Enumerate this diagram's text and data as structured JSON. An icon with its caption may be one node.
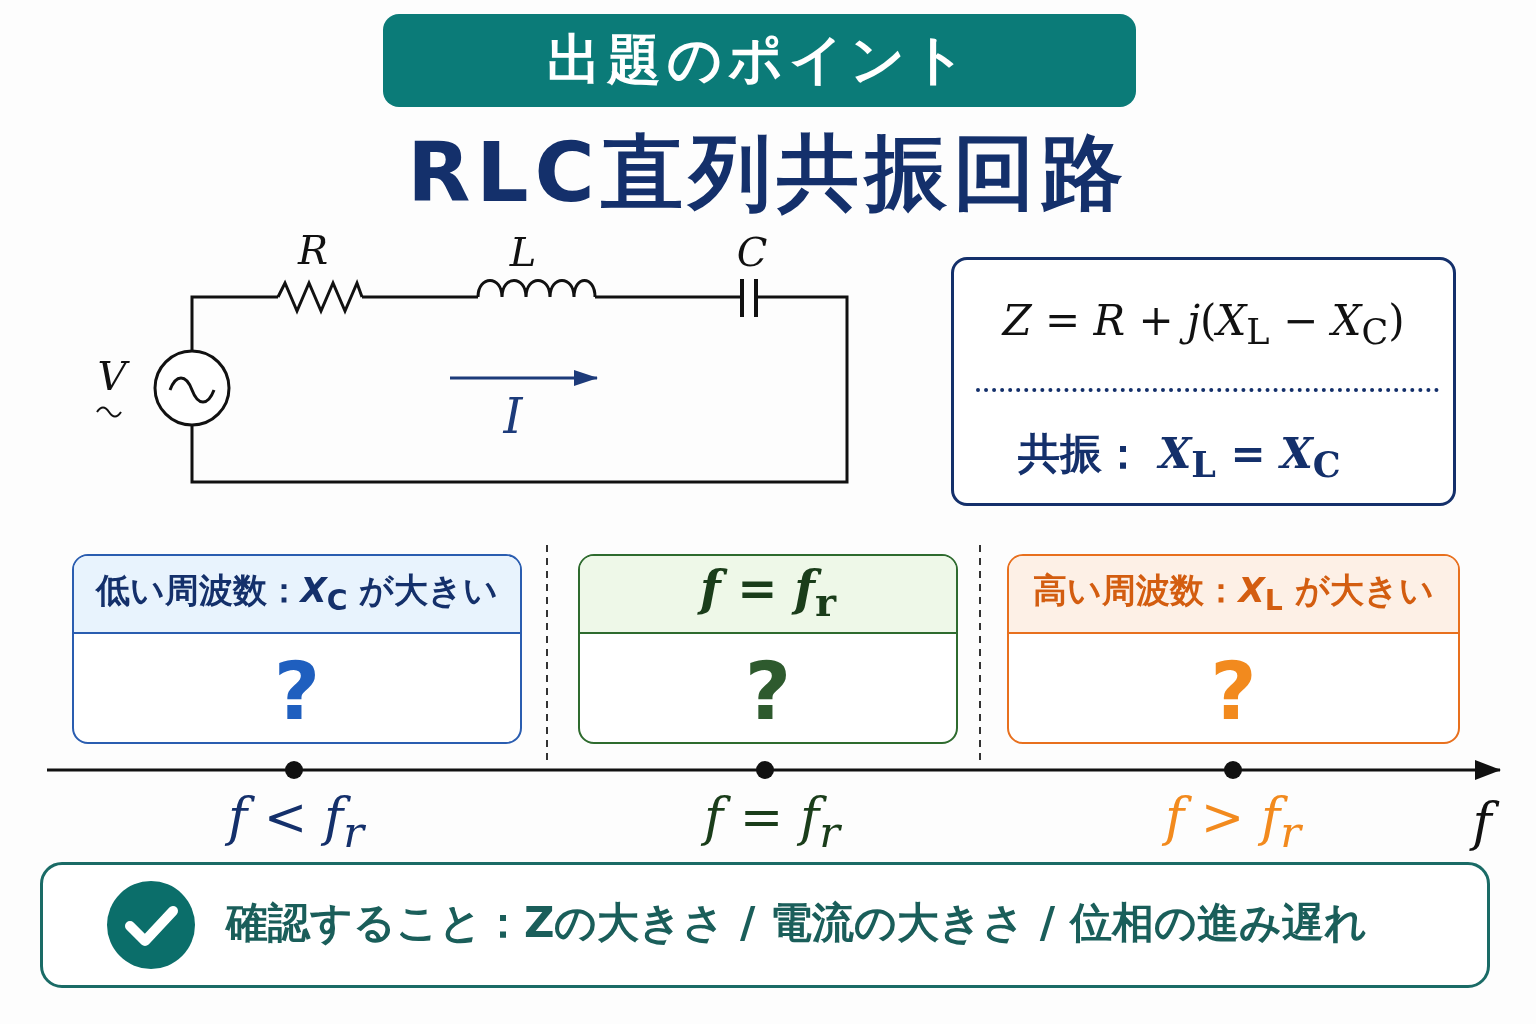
{
  "diagram": {
    "title": "RLC直列共振回路",
    "nodes": [
      {
        "text": [
          "出題のポイント"
        ]
      },
      {
        "text": [
          "*Z* = *R* + *j*(*X*$_{L}$ − *X*$_{C}$)",
          "共振： *X*$_{L}$ = *X*$_{C}$"
        ]
      },
      {
        "text": [
          "低い周波数：*X*$_{C}$ が大きい",
          "?"
        ]
      },
      {
        "text": [
          "*f* = *f*$_{r}$",
          "?"
        ]
      },
      {
        "text": [
          "高い周波数：*X*$_{L}$ が大きい",
          "?"
        ]
      },
      {
        "text": [
          "確認すること：Zの大きさ / 電流の大きさ / 位相の進み遅れ"
        ]
      }
    ],
    "labels": [
      "R",
      "L",
      "C",
      "V",
      "I",
      "f < f$_{r}$",
      "f = f$_{r}$",
      "f > f$_{r}$",
      "f"
    ]
  }
}
